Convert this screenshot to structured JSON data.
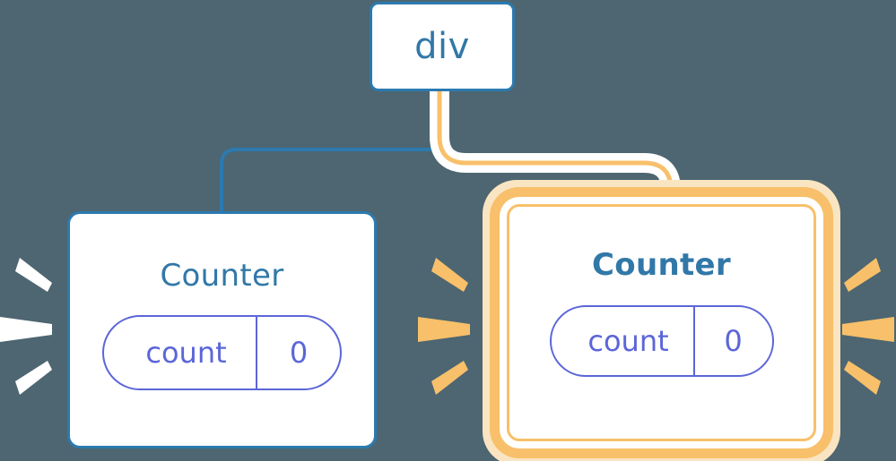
{
  "diagram": {
    "title": "component-rerender-diagram",
    "background_color": "#4d6671",
    "root": {
      "label": "div",
      "color": "#3178a8",
      "border_color": "#2c7ab0"
    },
    "nodes": [
      {
        "id": "counter-left",
        "label": "Counter",
        "highlighted": false,
        "border_color": "#2c7ab0",
        "title_color": "#3178a8",
        "state": {
          "key": "count",
          "value": "0",
          "color": "#5c66d8"
        },
        "rays_color": "#ffffff"
      },
      {
        "id": "counter-right",
        "label": "Counter",
        "highlighted": true,
        "border_color": "#f8c06a",
        "glow_color": "#fae5c2",
        "title_color": "#3178a8",
        "state": {
          "key": "count",
          "value": "0",
          "color": "#5c66d8"
        },
        "rays_color": "#f8c06a"
      }
    ],
    "edges": [
      {
        "id": "edge-div-to-left-counter",
        "from": "div",
        "to": "counter-left",
        "color": "#2c7ab0",
        "highlighted": false
      },
      {
        "id": "edge-div-to-right-counter",
        "from": "div",
        "to": "counter-right",
        "color": "#f8c06a",
        "halo_color": "#ffffff",
        "highlighted": true
      }
    ]
  }
}
